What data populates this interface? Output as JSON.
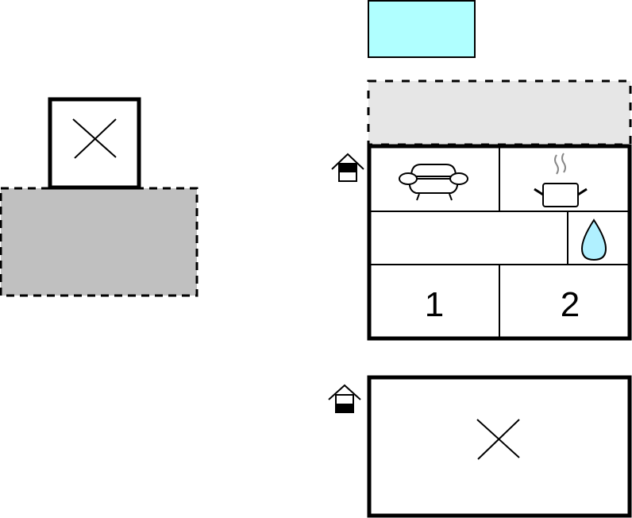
{
  "diagram": {
    "type": "floor-plan",
    "colors": {
      "outline": "#000000",
      "terrace_dark": "#c0c0c0",
      "terrace_light": "#e6e6e6",
      "pool": "#b0ffff",
      "water_drop": "#b0f0ff",
      "steam": "#888888",
      "background": "#ffffff"
    },
    "left_unit": {
      "room": {
        "symbol": "x-mark",
        "label": "unspecified room"
      },
      "terrace": {
        "style": "dashed",
        "fill": "gray"
      }
    },
    "right_unit": {
      "pool": {
        "fill": "light-cyan"
      },
      "terrace": {
        "style": "dashed",
        "fill": "light-gray"
      },
      "entrance_icon": "house-entrance-icon",
      "rooms": [
        {
          "name": "living-room",
          "icon": "sofa-icon"
        },
        {
          "name": "kitchen",
          "icon": "cooking-pot-icon"
        },
        {
          "name": "hallway",
          "icon": ""
        },
        {
          "name": "bathroom",
          "icon": "water-drop-icon"
        },
        {
          "name": "bedroom-1",
          "label": "1"
        },
        {
          "name": "bedroom-2",
          "label": "2"
        }
      ]
    },
    "bottom_unit": {
      "entrance_icon": "house-entrance-icon",
      "room": {
        "symbol": "x-mark",
        "label": "unspecified room"
      }
    }
  }
}
